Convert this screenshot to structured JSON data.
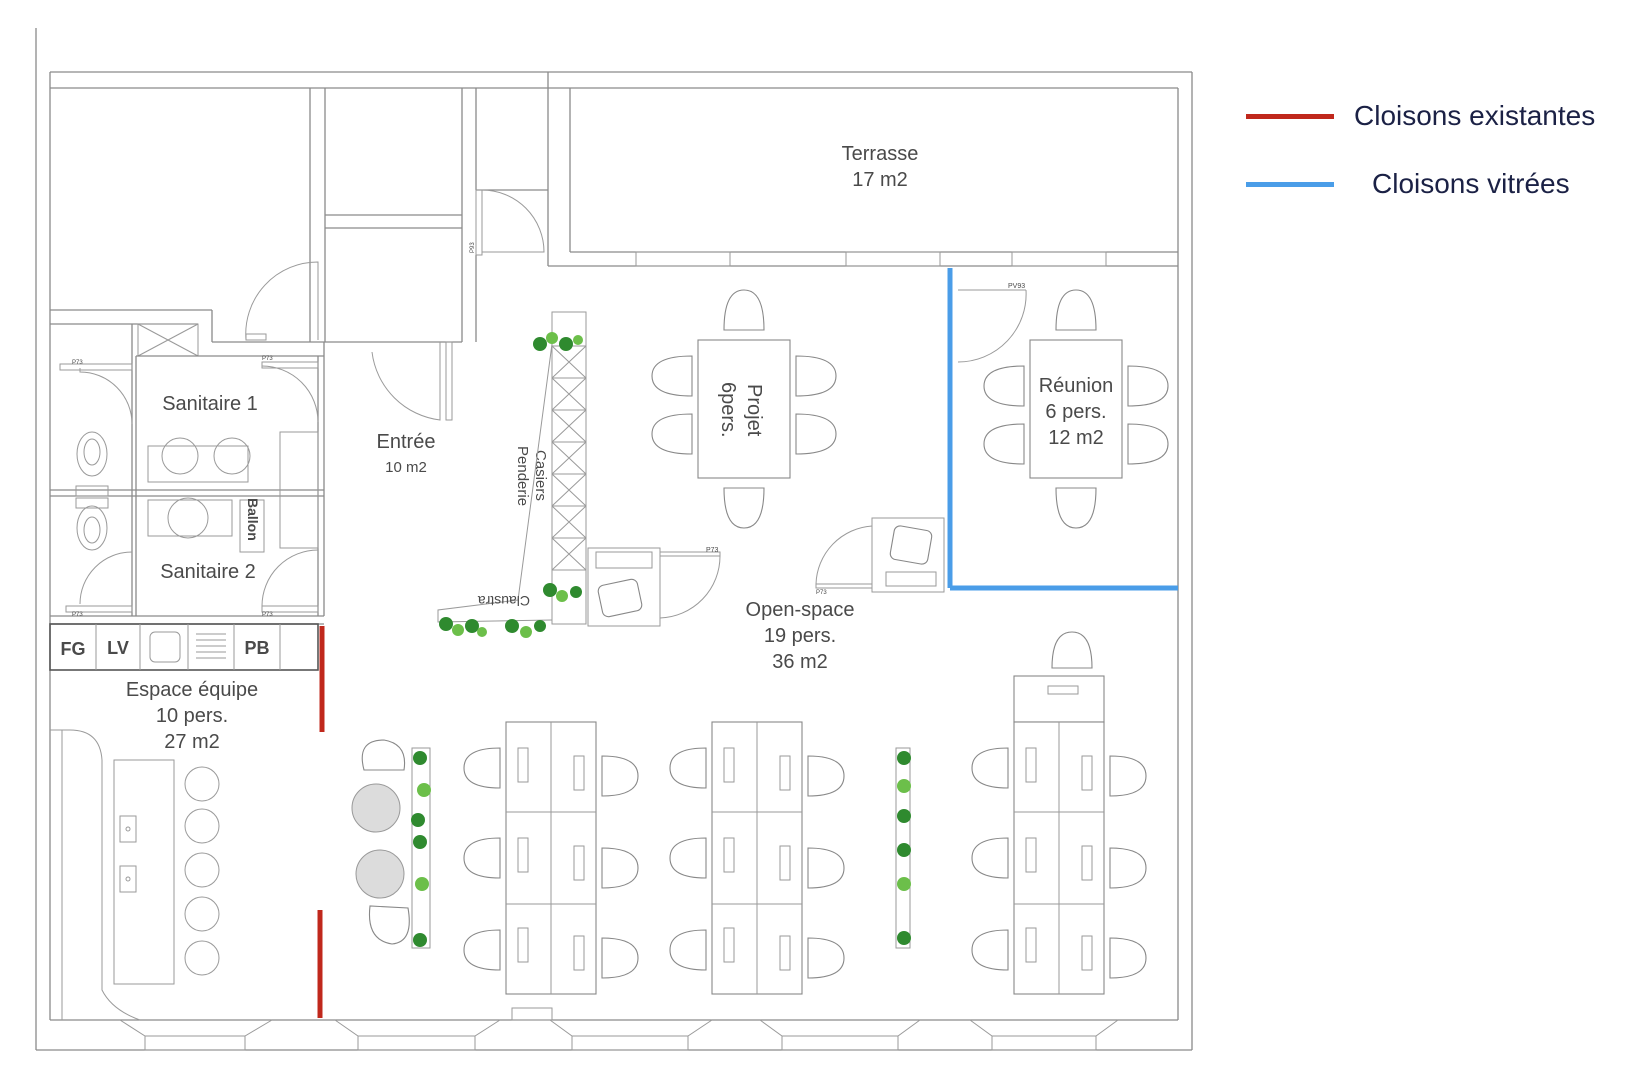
{
  "legend": {
    "existing": {
      "label": "Cloisons existantes",
      "color": "#c0281c"
    },
    "glass": {
      "label": "Cloisons vitrées",
      "color": "#4a9de8"
    }
  },
  "rooms": {
    "terrasse": {
      "name": "Terrasse",
      "area": "17 m2"
    },
    "entree": {
      "name": "Entrée",
      "area": "10 m2"
    },
    "sanitaire1": {
      "name": "Sanitaire 1"
    },
    "sanitaire2": {
      "name": "Sanitaire 2"
    },
    "projet": {
      "name": "Projet",
      "capacity": "6pers."
    },
    "reunion": {
      "name": "Réunion",
      "capacity": "6 pers.",
      "area": "12 m2"
    },
    "openspace": {
      "name": "Open-space",
      "capacity": "19 pers.",
      "area": "36 m2"
    },
    "equipe": {
      "name": "Espace équipe",
      "capacity": "10 pers.",
      "area": "27 m2"
    }
  },
  "labels": {
    "casiers": "Casiers",
    "penderie": "Penderie",
    "claustra": "Claustra",
    "ballon": "Ballon",
    "fg": "FG",
    "lv": "LV",
    "pb": "PB"
  },
  "door_tags": {
    "p93": "P93",
    "pv93": "PV93",
    "p73": "P73"
  }
}
